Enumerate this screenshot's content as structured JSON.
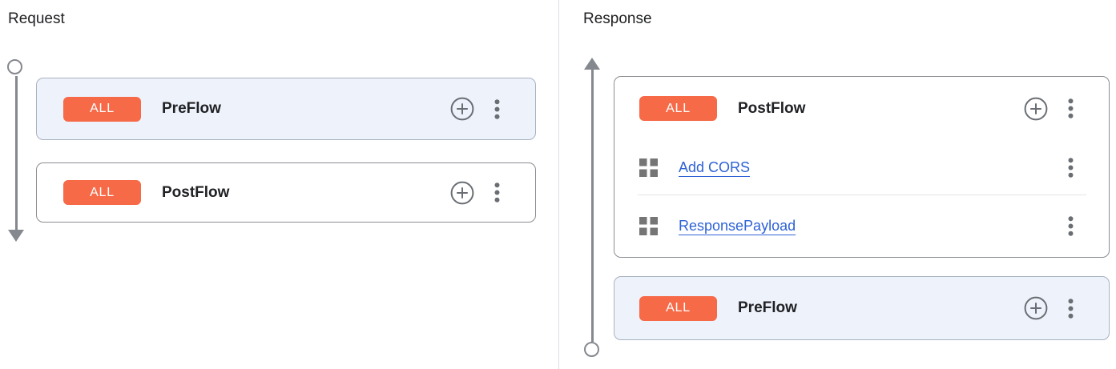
{
  "request": {
    "title": "Request",
    "flows": [
      {
        "badge": "ALL",
        "name": "PreFlow"
      },
      {
        "badge": "ALL",
        "name": "PostFlow"
      }
    ]
  },
  "response": {
    "title": "Response",
    "postflow": {
      "badge": "ALL",
      "name": "PostFlow",
      "policies": [
        {
          "label": "Add CORS"
        },
        {
          "label": "ResponsePayload"
        }
      ]
    },
    "preflow": {
      "badge": "ALL",
      "name": "PreFlow"
    }
  },
  "icons": {
    "add_policy": "plus-circle-icon",
    "menu": "kebab-menu-icon",
    "policy": "policy-grid-icon",
    "timeline_start": "circle-marker",
    "timeline_end": "arrow-marker"
  },
  "colors": {
    "badge_bg": "#f66a48",
    "highlight_card_bg": "#eef2fb",
    "card_border": "#8a8d92",
    "highlight_card_border": "#a9b1c0",
    "link": "#2e62d6",
    "icon_gray": "#6a6e73",
    "timeline_gray": "#85888e",
    "divider": "#dcdde0"
  }
}
